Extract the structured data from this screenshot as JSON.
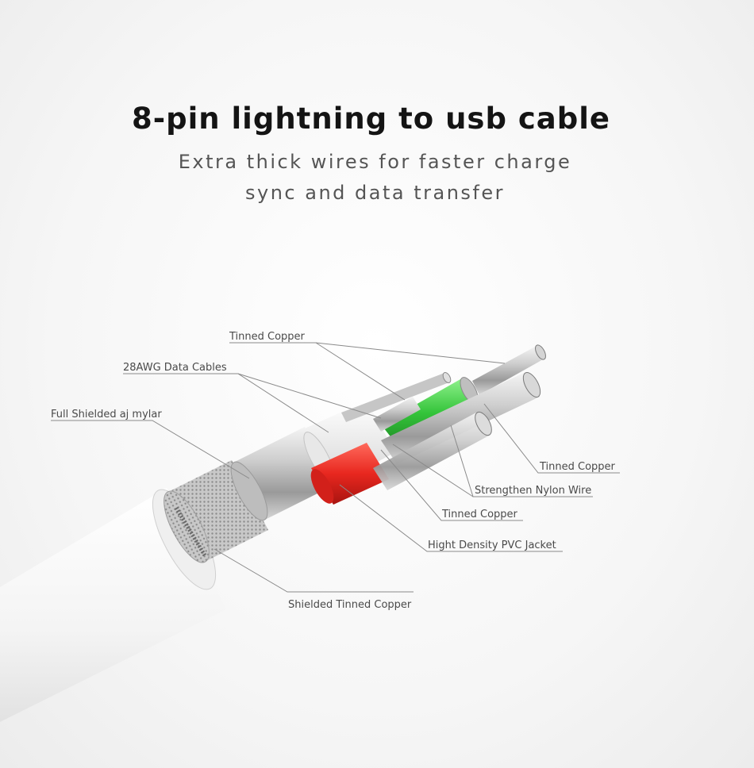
{
  "heading": {
    "title": "8-pin lightning to usb cable",
    "subtitle_line1": "Extra thick wires for faster charge",
    "subtitle_line2": "sync and data transfer"
  },
  "labels": {
    "tinned_copper_top": "Tinned Copper",
    "data_cables": "28AWG Data Cables",
    "mylar": "Full Shielded aj mylar",
    "tinned_copper_right": "Tinned Copper",
    "nylon": "Strengthen Nylon Wire",
    "tinned_copper_mid": "Tinned Copper",
    "pvc": "Hight Density PVC Jacket",
    "shielded": "Shielded Tinned Copper"
  },
  "colors": {
    "red_core": "#e8271f",
    "green_core": "#34c43a",
    "silver": "#b8b8b8",
    "leader_line": "#8a8a8a"
  }
}
